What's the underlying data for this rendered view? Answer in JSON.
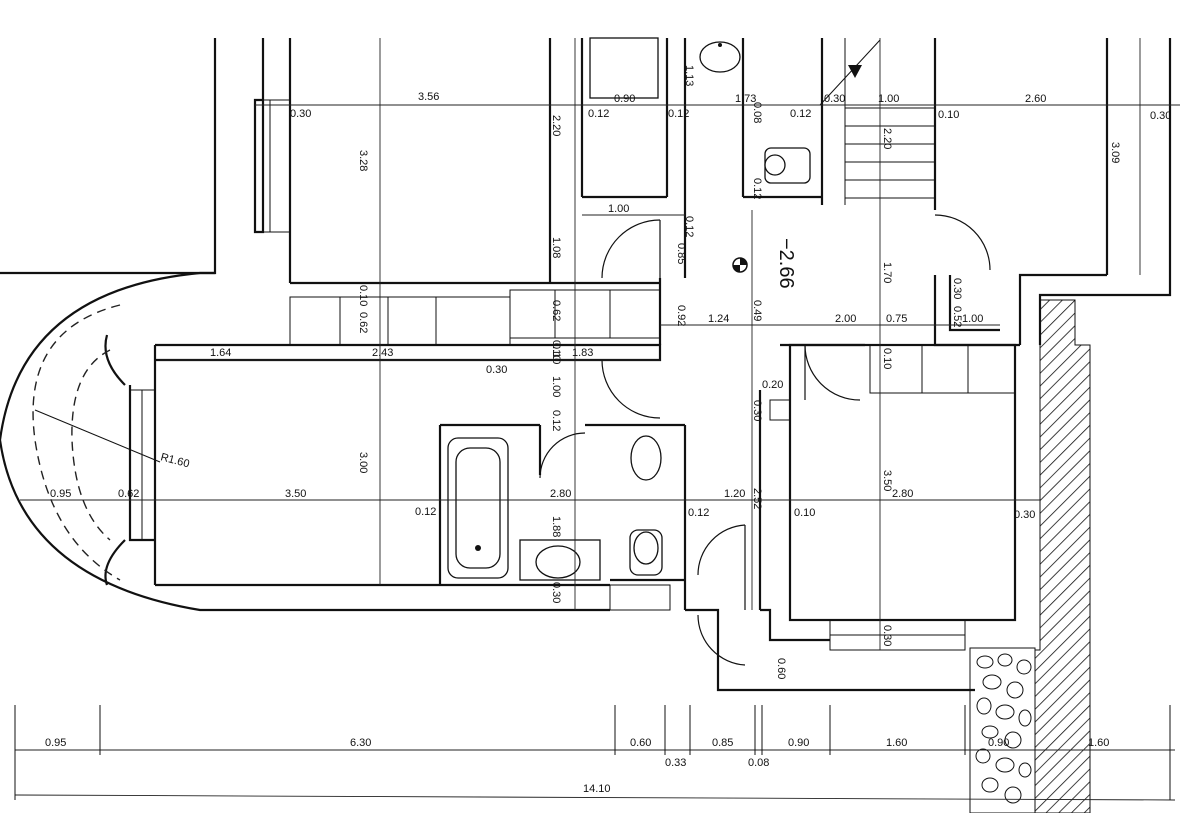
{
  "level_marker": "−2.66",
  "radius_label": "R1.60",
  "dimensions": {
    "top_row": [
      "3.56",
      "0.30",
      "0.12",
      "0.90",
      "0.12",
      "1.73",
      "0.12",
      "0.30",
      "1.00",
      "0.10",
      "2.60",
      "0.30"
    ],
    "upper_vertical": [
      "3.28",
      "2.20",
      "1.13",
      "1.08",
      "0.10",
      "0.62",
      "0.62",
      "0.10",
      "2.20",
      "3.09",
      "0.08",
      "0.12"
    ],
    "stair_area": [
      "1.00",
      "0.12",
      "0.85",
      "0.49",
      "1.70",
      "0.30",
      "0.52",
      "1.00",
      "0.75",
      "2.00",
      "1.24",
      "0.92"
    ],
    "middle_row": [
      "1.64",
      "2.43",
      "0.30",
      "1.83",
      "0.10",
      "1.00",
      "0.12",
      "0.20",
      "0.30",
      "0.10"
    ],
    "main_row": [
      "0.95",
      "0.62",
      "3.50",
      "3.00",
      "0.12",
      "2.80",
      "1.88",
      "0.30",
      "0.12",
      "1.20",
      "2.52",
      "0.10",
      "3.50",
      "2.80",
      "0.30",
      "0.30",
      "0.60"
    ],
    "bottom_chain": [
      "0.95",
      "6.30",
      "0.60",
      "0.33",
      "0.85",
      "0.08",
      "0.90",
      "1.60",
      "0.90",
      "1.60"
    ],
    "overall": "14.10"
  }
}
